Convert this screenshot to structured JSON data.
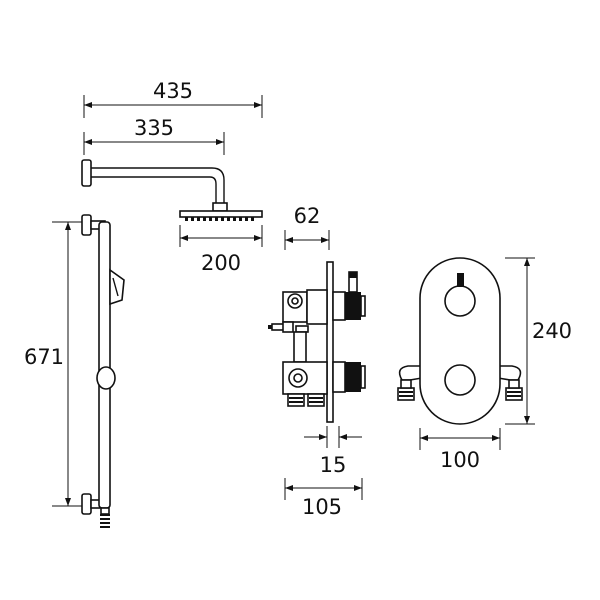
{
  "dimensions": {
    "rail_height": "671",
    "head_assembly_width": "435",
    "arm_length": "335",
    "head_diameter": "200",
    "valve_projection": "62",
    "plate_thickness": "15",
    "valve_depth": "105",
    "plate_width": "100",
    "plate_height": "240"
  }
}
